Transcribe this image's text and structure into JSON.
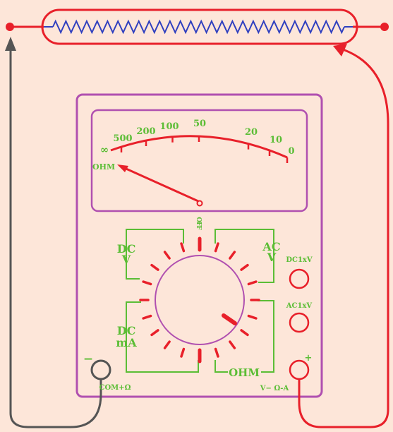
{
  "scale": {
    "labels": [
      "∞",
      "500",
      "200",
      "100",
      "50",
      "20",
      "10",
      "0"
    ],
    "unit": "OHM"
  },
  "dial": {
    "off_label": "OFF",
    "dc_voltage": [
      "DC",
      "V"
    ],
    "ac_voltage": [
      "AC",
      "V"
    ],
    "dc_current": [
      "DC",
      "mA"
    ],
    "ohm": "OHM"
  },
  "jacks": {
    "dc1xv": "DC1xV",
    "ac1xv": "AC1xV",
    "com_label": "COM+Ω",
    "v_ohm_a_label": "V− Ω-A",
    "minus": "−",
    "plus": "+"
  },
  "colors": {
    "background": "#fde6d9",
    "wire_red": "#e8202a",
    "wire_grey": "#555555",
    "outline_purple": "#b050b0",
    "label_green": "#5bbd35",
    "resistor_blue": "#2f3fbf"
  }
}
